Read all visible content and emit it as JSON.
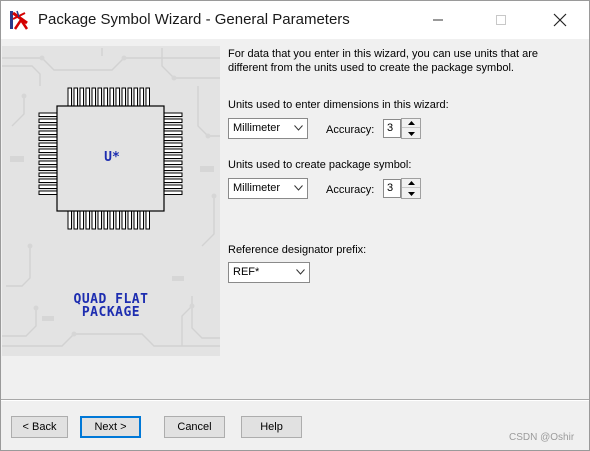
{
  "window": {
    "title": "Package Symbol Wizard - General Parameters",
    "app_icon": "pcb-wizard-icon",
    "controls": [
      "minimize-icon",
      "maximize-icon",
      "close-icon"
    ]
  },
  "picture": {
    "designator": "U*",
    "caption_line1": "QUAD FLAT",
    "caption_line2": "PACKAGE"
  },
  "intro": {
    "line1": "For data that you enter in this wizard, you can use units that are",
    "line2": "different from the units used to create the package symbol."
  },
  "wizard_units": {
    "label": "Units used to enter dimensions in this wizard:",
    "unit": "Millimeter",
    "accuracy_label": "Accuracy:",
    "accuracy": "3"
  },
  "symbol_units": {
    "label": "Units used to create package symbol:",
    "unit": "Millimeter",
    "accuracy_label": "Accuracy:",
    "accuracy": "3"
  },
  "refdes": {
    "label": "Reference designator prefix:",
    "value": "REF*"
  },
  "buttons": {
    "back": "< Back",
    "next": "Next >",
    "cancel": "Cancel",
    "help": "Help"
  },
  "watermark": "CSDN @Oshir",
  "colors": {
    "caption": "#1d2db0",
    "default_button_border": "#0078d7",
    "dialog_bg": "#f0f0f0"
  }
}
